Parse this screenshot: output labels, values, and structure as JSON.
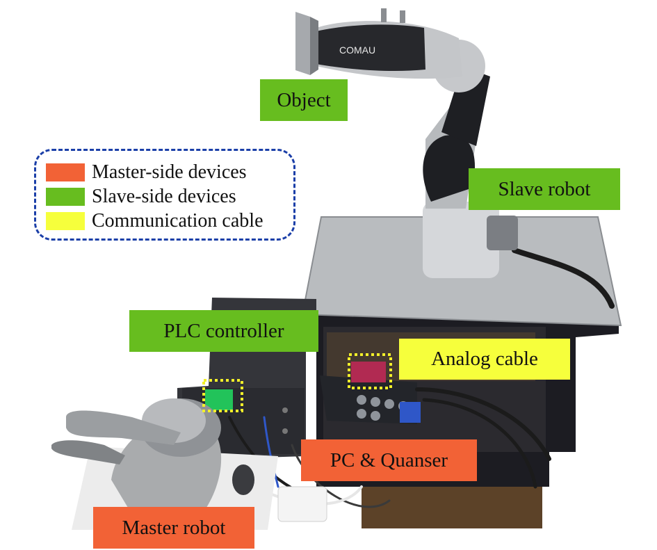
{
  "photo": {
    "robot_brand": "COMAU",
    "colors": {
      "master": "#f26236",
      "slave": "#67bd1f",
      "cable": "#f6ff3c",
      "legend_border": "#1b3fa8",
      "highlight_box": "#f3f02a"
    }
  },
  "legend": {
    "items": [
      {
        "label": "Master-side devices"
      },
      {
        "label": "Slave-side devices"
      },
      {
        "label": "Communication cable"
      }
    ]
  },
  "labels": {
    "object": "Object",
    "slave_robot": "Slave robot",
    "plc_controller": "PLC controller",
    "analog_cable": "Analog cable",
    "pc_quanser": "PC & Quanser",
    "master_robot": "Master robot"
  }
}
